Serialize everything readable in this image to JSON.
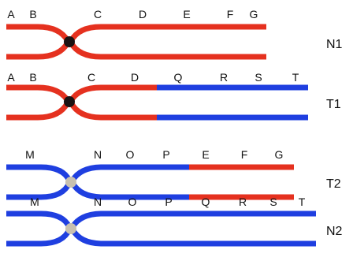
{
  "colors": {
    "red": "#e5311f",
    "blue": "#1f3fe0",
    "centromere_dark": "#1b1212",
    "centromere_light": "#c9c1b0"
  },
  "rows": [
    {
      "id": "N1",
      "label": "N1",
      "left_genes": [
        "A",
        "B"
      ],
      "right_genes": [
        "C",
        "D",
        "E",
        "F",
        "G"
      ],
      "centromere": "dark"
    },
    {
      "id": "T1",
      "label": "T1",
      "left_genes": [
        "A",
        "B"
      ],
      "right_genes": [
        "C",
        "D",
        "Q",
        "R",
        "S",
        "T"
      ],
      "centromere": "dark"
    },
    {
      "id": "T2",
      "label": "T2",
      "left_genes": [
        "M"
      ],
      "right_genes": [
        "N",
        "O",
        "P",
        "E",
        "F",
        "G"
      ],
      "centromere": "light"
    },
    {
      "id": "N2",
      "label": "N2",
      "left_genes": [
        "M"
      ],
      "right_genes": [
        "N",
        "O",
        "P",
        "Q",
        "R",
        "S",
        "T"
      ],
      "centromere": "light"
    }
  ]
}
